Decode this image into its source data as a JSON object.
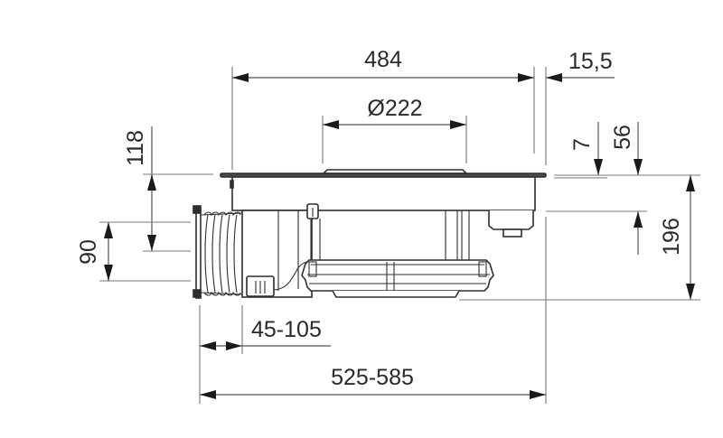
{
  "drawing": {
    "subject": "Cooktop with integrated downdraft extractor - side view",
    "line_color": "#2e2e2e",
    "background": "#ffffff"
  },
  "dimensions": {
    "overall_width": {
      "label": "484",
      "orientation": "horizontal"
    },
    "glass_overhang": {
      "label": "15,5",
      "orientation": "horizontal"
    },
    "vent_diameter": {
      "label": "Ø222",
      "orientation": "horizontal"
    },
    "top_offset_left": {
      "label": "118",
      "orientation": "vertical"
    },
    "duct_height": {
      "label": "90",
      "orientation": "vertical"
    },
    "glass_thickness": {
      "label": "7",
      "orientation": "vertical"
    },
    "upper_body_height": {
      "label": "56",
      "orientation": "vertical"
    },
    "total_height": {
      "label": "196",
      "orientation": "vertical"
    },
    "duct_extension": {
      "label": "45-105",
      "orientation": "horizontal"
    },
    "total_depth": {
      "label": "525-585",
      "orientation": "horizontal"
    }
  }
}
